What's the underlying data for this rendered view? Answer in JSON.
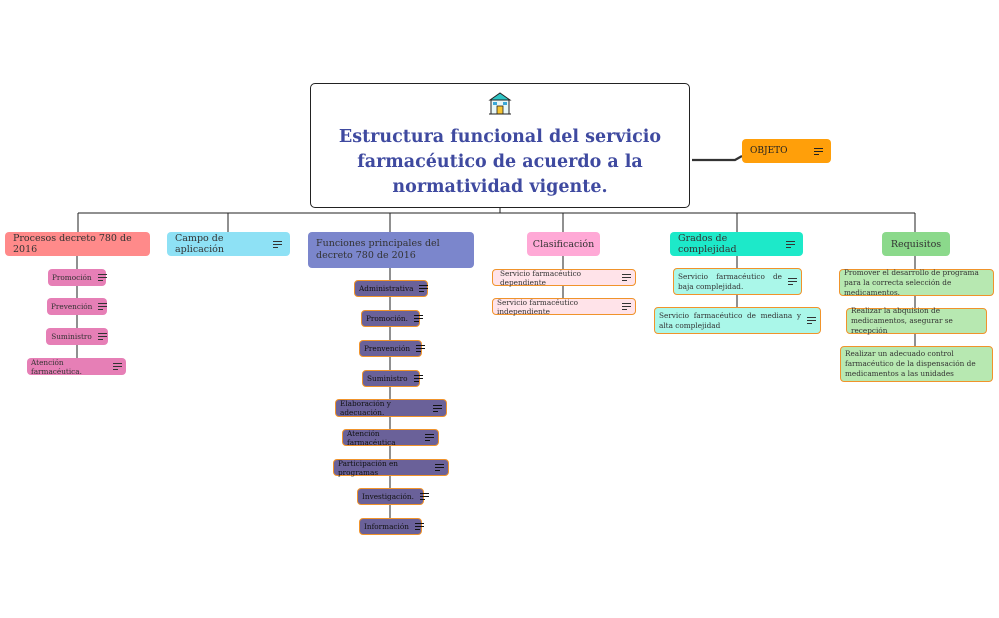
{
  "root": {
    "icon": "hospital-building-icon",
    "title": "Estructura funcional del servicio farmacéutico de acuerdo a la normatividad vigente."
  },
  "objeto": {
    "label": "OBJETO",
    "color": "#ff9f0a"
  },
  "branches": [
    {
      "label": "Procesos decreto 780 de 2016",
      "color": "#ff8a8a",
      "children": [
        "Promoción",
        "Prevención",
        "Suministro",
        "Atención farmacéutica."
      ]
    },
    {
      "label": "Campo de aplicación",
      "color": "#8ee1f5",
      "children": []
    },
    {
      "label": "Funciones principales del decreto 780 de 2016",
      "color": "#7b86cc",
      "children": [
        "Administrativa",
        "Promoción.",
        "Prenvención",
        "Suministro",
        "Elaboración y adecuación.",
        "Atención farmacéutica",
        "Participación en programas",
        "Investigación.",
        "Información"
      ]
    },
    {
      "label": "Clasificación",
      "color": "#ffa9d6",
      "children": [
        "Servicio farmacéutico dependiente",
        "Servicio farmacéutico independiente"
      ]
    },
    {
      "label": "Grados de complejidad",
      "color": "#1de9c9",
      "children": [
        "Servicio farmacéutico de baja complejidad.",
        "Servicio farmacéutico de mediana y alta complejidad"
      ]
    },
    {
      "label": "Requisitos",
      "color": "#8bd98b",
      "children": [
        "Promover el desarrollo de programa para la correcta selección de medicamentos.",
        "Realizar la abquision de medicamentos, asegurar se recepción",
        "Realizar un adecuado control farmacéutico de la dispensación de medicamentos a las unidades"
      ]
    }
  ],
  "child_colors": [
    "#e67fb6",
    "#6a6199",
    "#ffe3e9",
    "#aaf7e9",
    "#b7e8b1"
  ]
}
